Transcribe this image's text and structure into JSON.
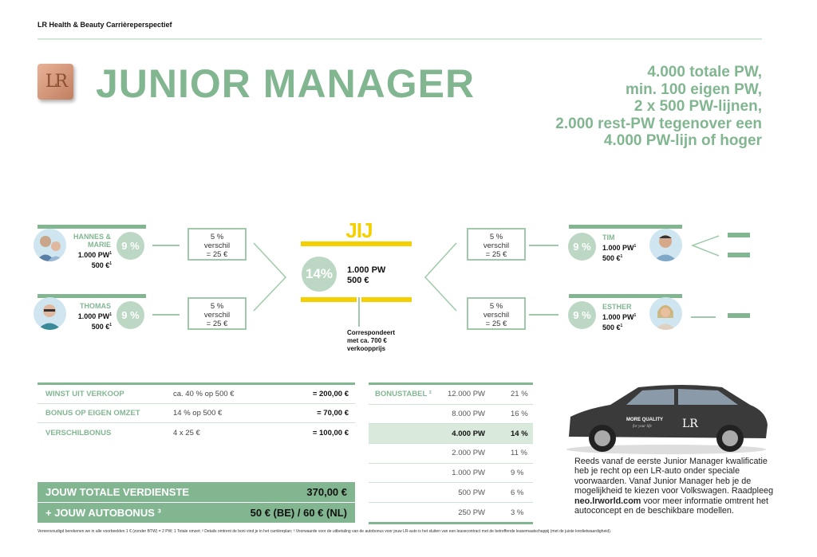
{
  "header": "LR Health & Beauty Carrièreperspectief",
  "logo_text": "LR",
  "title": "JUNIOR MANAGER",
  "requirements": [
    "4.000 totale PW,",
    "min. 100 eigen PW,",
    "2 x 500 PW-lijnen,",
    "2.000 rest-PW tegenover een",
    "4.000 PW-lijn of hoger"
  ],
  "left_people": [
    {
      "name": "HANNES & MARIE",
      "pw": "1.000 PW",
      "eur": "500 €",
      "sup": "1",
      "pct": "9 %"
    },
    {
      "name": "THOMAS",
      "pw": "1.000 PW",
      "eur": "500 €",
      "sup": "1",
      "pct": "9 %"
    }
  ],
  "right_people": [
    {
      "name": "TIM",
      "pw": "1.000 PW",
      "eur": "500 €",
      "sup": "1",
      "pct": "9 %"
    },
    {
      "name": "ESTHER",
      "pw": "1.000 PW",
      "eur": "500 €",
      "sup": "1",
      "pct": "9 %"
    }
  ],
  "diff_box": {
    "l1": "5 %",
    "l2": "verschil",
    "l3": "= 25 €"
  },
  "you": {
    "label": "JIJ",
    "pct": "14%",
    "pw": "1.000 PW",
    "eur": "500 €",
    "note": [
      "Correspondeert",
      "met ca. 700 €",
      "verkoopprijs"
    ]
  },
  "earnings": [
    {
      "label": "WINST UIT VERKOOP",
      "calc": "ca. 40 % op 500 €",
      "value": "= 200,00 €"
    },
    {
      "label": "BONUS OP EIGEN OMZET",
      "calc": "14 % op 500 €",
      "value": "= 70,00 €"
    },
    {
      "label": "VERSCHILBONUS",
      "calc": "4 x 25 €",
      "value": "= 100,00 €"
    }
  ],
  "total": {
    "label": "JOUW TOTALE VERDIENSTE",
    "value": "370,00 €"
  },
  "autobonus": {
    "label": "+ JOUW AUTOBONUS ³",
    "value": "50 € (BE) / 60 € (NL)"
  },
  "bonustabel": {
    "label": "BONUSTABEL ²",
    "rows": [
      {
        "pw": "12.000 PW",
        "pct": "21 %"
      },
      {
        "pw": "8.000 PW",
        "pct": "16 %"
      },
      {
        "pw": "4.000 PW",
        "pct": "14 %"
      },
      {
        "pw": "2.000 PW",
        "pct": "11 %"
      },
      {
        "pw": "1.000 PW",
        "pct": "9 %"
      },
      {
        "pw": "500 PW",
        "pct": "6 %"
      },
      {
        "pw": "250 PW",
        "pct": "3 %"
      }
    ]
  },
  "car": {
    "badge": "MORE QUALITY",
    "badge2": "for your life",
    "logo": "LR"
  },
  "car_text": {
    "a": "Reeds vanaf de eerste Junior Manager kwalificatie heb je recht op een LR-auto onder speciale voorwaarden. Vanaf Junior Manager heb je de mogelijkheid te kiezen voor Volkswagen. Raadpleeg ",
    "link": "neo.lrworld.com",
    "b": " voor meer informatie omtrent het autoconcept en de beschikbare modellen."
  },
  "footnote": "Vereenvoudigd berekenen we in alle voorbeelden 1 € (zonder BTW) = 2 PW; 1 Totale omzet; ² Details omtrent de boni vind je in het carrièreplan; ³ Voorwaarde voor de uitbetaling van de autobonus voor jouw LR-auto is het sluiten van een leasecontract met de betreffende leasemaatschappij (met de juiste kredietwaardigheid)."
}
